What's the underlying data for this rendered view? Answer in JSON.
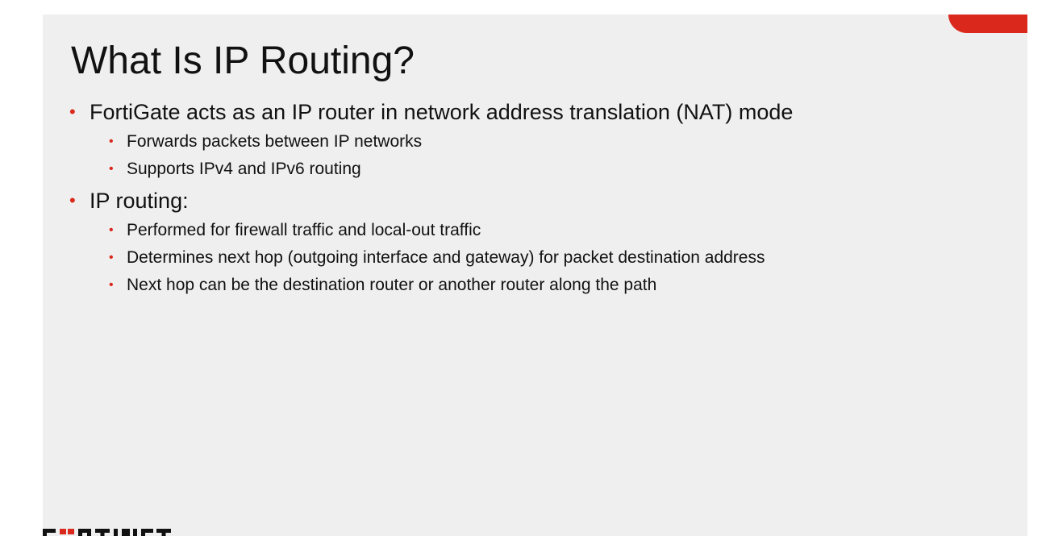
{
  "slide": {
    "title": "What Is IP Routing?",
    "bullets": [
      {
        "text": "FortiGate acts as an IP router in network address translation (NAT) mode",
        "sub": [
          "Forwards packets between IP networks",
          "Supports IPv4 and IPv6 routing"
        ]
      },
      {
        "text": "IP routing:",
        "sub": [
          "Performed for firewall traffic and local-out traffic",
          "Determines next hop (outgoing interface and gateway) for packet destination address",
          "Next hop can be the destination router or another router along the path"
        ]
      }
    ],
    "bullet_glyph": "•"
  },
  "branding": {
    "logo_text": "FORTINET",
    "accent_color": "#da291c"
  }
}
